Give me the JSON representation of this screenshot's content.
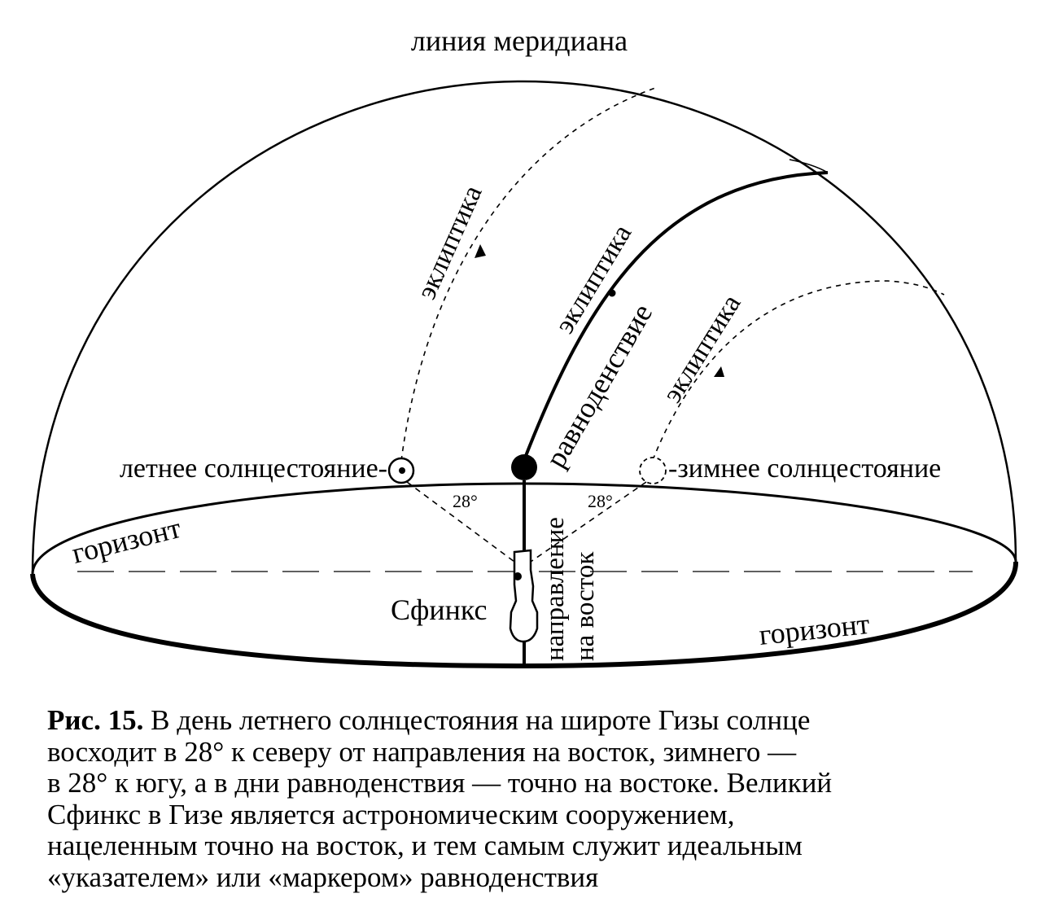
{
  "diagram": {
    "meridian_label": "линия меридиана",
    "ecliptic_label": "эклиптика",
    "equinox_label": "равноденствие",
    "summer_solstice_label": "летнее солнцестояние-",
    "winter_solstice_label": "-зимнее солнцестояние",
    "angle_label": "28°",
    "horizon_label": "горизонт",
    "sphinx_label": "Сфинкс",
    "east_label_line1": "направление",
    "east_label_line2": "на восток",
    "colors": {
      "ink": "#000000",
      "paper": "#ffffff"
    }
  },
  "caption": {
    "prefix": "Рис. 15.",
    "lines": [
      " В день летнего солнцестояния на широте Гизы солнце",
      "восходит в 28° к северу от направления на восток, зимнего —",
      "в 28° к югу, а в дни равноденствия — точно на востоке. Великий",
      "Сфинкс в Гизе является астрономическим сооружением,",
      "нацеленным точно на восток, и тем самым служит идеальным",
      "«указателем» или «маркером» равноденствия"
    ]
  }
}
